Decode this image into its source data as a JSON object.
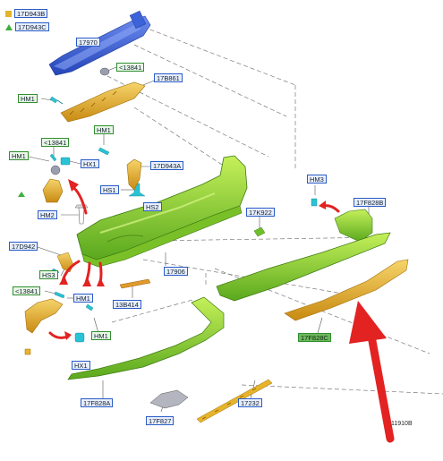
{
  "legend": [
    {
      "code": "17D943B",
      "shape": "square",
      "color": "#e6b42a"
    },
    {
      "code": "17D943C",
      "shape": "triangle",
      "color": "#3fae3f"
    }
  ],
  "callouts": {
    "c17970": "17970",
    "c13841a": "<13841",
    "c17B861": "17B861",
    "cHM1a": "HM1",
    "c13841b": "<13841",
    "cHM1b": "HM1",
    "cHM1c": "HM1",
    "cHX1a": "HX1",
    "c17D943A": "17D943A",
    "cHS1": "HS1",
    "cHS2": "HS2",
    "cHM2": "HM2",
    "c17D942": "17D942",
    "cHS3": "HS3",
    "c13841c": "<13841",
    "cHM1d": "HM1",
    "cHM1e": "HM1",
    "c13B414": "13B414",
    "cHX1b": "HX1",
    "c17906": "17906",
    "c17K922": "17K922",
    "cHM3": "HM3",
    "c17F828B": "17F828B",
    "c17F828C": "17F828C",
    "c17F828A": "17F828A",
    "c17F827": "17F827",
    "c17232": "17232"
  },
  "reference": "11910B",
  "colors": {
    "bumper": "#8fd42e",
    "part_yellow": "#e6b42a",
    "reinforcement_blue": "#3d63d9",
    "clip_cyan": "#28c3d4",
    "arrow_red": "#e32222",
    "leader_line": "#777777"
  }
}
